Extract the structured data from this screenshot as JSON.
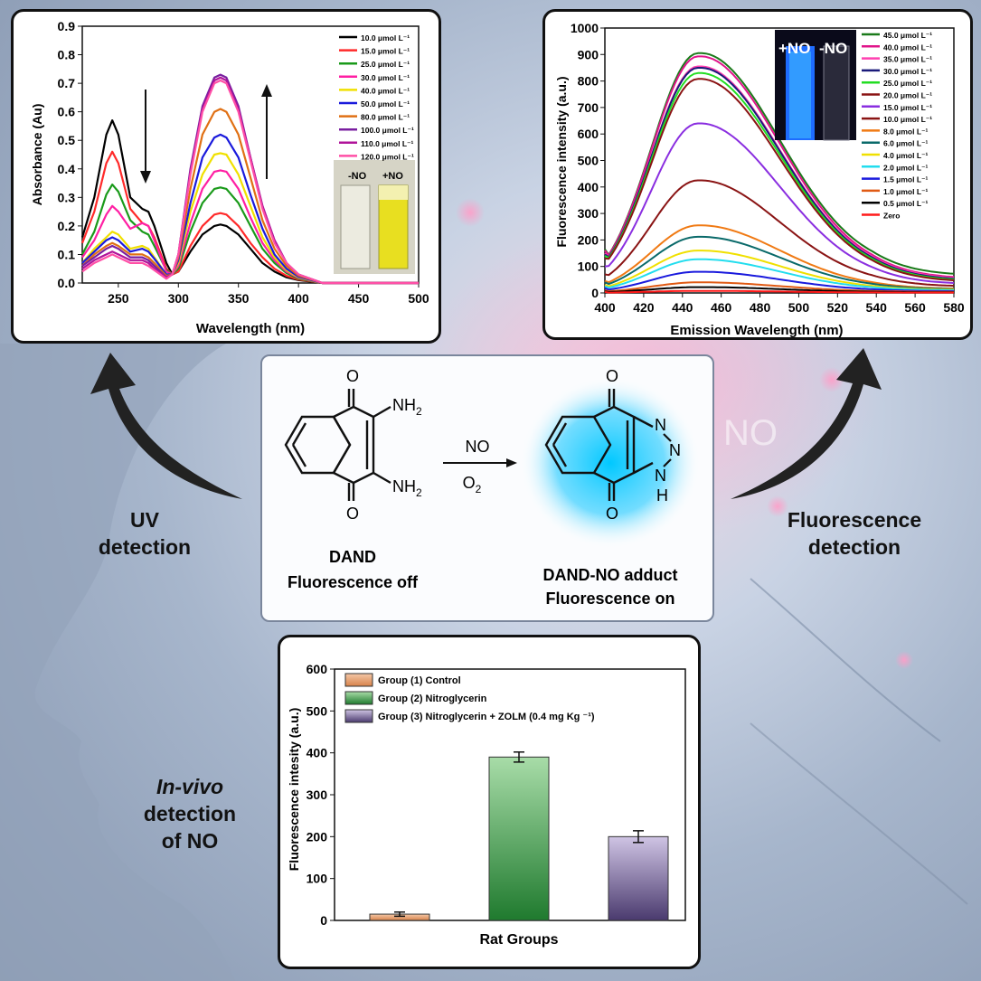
{
  "colors": {
    "uv_series": [
      "#000000",
      "#ff2a2a",
      "#1a9a1a",
      "#ff1fa3",
      "#f0e000",
      "#1a1adc",
      "#e07014",
      "#7a1fa0",
      "#b0149a",
      "#ff4fa6"
    ],
    "fl_series": [
      "#1a7a1a",
      "#e0148a",
      "#ff3fb0",
      "#1a1a7a",
      "#22dd22",
      "#8a1414",
      "#8a2ee0",
      "#8a1414",
      "#f07a14",
      "#0a6a6a",
      "#f0e000",
      "#22ddee",
      "#1a1add",
      "#e05a14",
      "#000000",
      "#ff1a1a"
    ],
    "bars": [
      "#e89a6a",
      "#4aa84a",
      "#8e7cb0"
    ]
  },
  "uv_chart": {
    "chart_data": {
      "type": "line",
      "xlabel": "Wavelength (nm)",
      "ylabel": "Absorbance (Au)",
      "xlim": [
        220,
        500
      ],
      "ylim": [
        0.0,
        0.9
      ],
      "x_ticks": [
        "250",
        "300",
        "350",
        "400",
        "450",
        "500"
      ],
      "y_ticks": [
        "0.0",
        "0.1",
        "0.2",
        "0.3",
        "0.4",
        "0.5",
        "0.6",
        "0.7",
        "0.8",
        "0.9"
      ],
      "x": [
        220,
        230,
        240,
        245,
        250,
        260,
        270,
        275,
        280,
        290,
        295,
        300,
        310,
        320,
        330,
        335,
        340,
        350,
        360,
        370,
        380,
        390,
        400,
        420,
        440,
        460,
        500
      ],
      "series": [
        {
          "name": "10.0 μmol L⁻¹",
          "values": [
            0.16,
            0.3,
            0.52,
            0.57,
            0.52,
            0.3,
            0.26,
            0.25,
            0.2,
            0.07,
            0.03,
            0.04,
            0.11,
            0.17,
            0.2,
            0.205,
            0.2,
            0.17,
            0.12,
            0.07,
            0.04,
            0.02,
            0.01,
            0.0,
            0.0,
            0.0,
            0.0
          ]
        },
        {
          "name": "15.0 μmol L⁻¹",
          "values": [
            0.14,
            0.25,
            0.42,
            0.46,
            0.42,
            0.26,
            0.21,
            0.2,
            0.16,
            0.05,
            0.03,
            0.04,
            0.13,
            0.2,
            0.24,
            0.245,
            0.24,
            0.2,
            0.14,
            0.09,
            0.05,
            0.025,
            0.012,
            0.0,
            0.0,
            0.0,
            0.0
          ]
        },
        {
          "name": "25.0 μmol L⁻¹",
          "values": [
            0.1,
            0.18,
            0.31,
            0.345,
            0.32,
            0.22,
            0.18,
            0.17,
            0.13,
            0.045,
            0.03,
            0.05,
            0.18,
            0.28,
            0.33,
            0.335,
            0.33,
            0.28,
            0.2,
            0.12,
            0.07,
            0.035,
            0.015,
            0.0,
            0.0,
            0.0,
            0.0
          ]
        },
        {
          "name": "30.0 μmol L⁻¹",
          "values": [
            0.09,
            0.15,
            0.24,
            0.27,
            0.25,
            0.19,
            0.21,
            0.2,
            0.15,
            0.04,
            0.03,
            0.06,
            0.21,
            0.33,
            0.39,
            0.395,
            0.39,
            0.33,
            0.23,
            0.14,
            0.08,
            0.04,
            0.018,
            0.0,
            0.0,
            0.0,
            0.0
          ]
        },
        {
          "name": "40.0 μmol L⁻¹",
          "values": [
            0.07,
            0.12,
            0.16,
            0.18,
            0.17,
            0.12,
            0.13,
            0.12,
            0.09,
            0.03,
            0.03,
            0.07,
            0.25,
            0.38,
            0.45,
            0.455,
            0.45,
            0.38,
            0.27,
            0.16,
            0.09,
            0.045,
            0.02,
            0.0,
            0.0,
            0.0,
            0.0
          ]
        },
        {
          "name": "50.0 μmol L⁻¹",
          "values": [
            0.07,
            0.11,
            0.15,
            0.16,
            0.15,
            0.11,
            0.12,
            0.11,
            0.085,
            0.03,
            0.03,
            0.08,
            0.28,
            0.44,
            0.51,
            0.52,
            0.51,
            0.44,
            0.31,
            0.19,
            0.1,
            0.05,
            0.022,
            0.0,
            0.0,
            0.0,
            0.0
          ]
        },
        {
          "name": "80.0 μmol L⁻¹",
          "values": [
            0.06,
            0.1,
            0.13,
            0.14,
            0.13,
            0.1,
            0.1,
            0.09,
            0.07,
            0.025,
            0.03,
            0.09,
            0.33,
            0.52,
            0.6,
            0.61,
            0.6,
            0.52,
            0.37,
            0.22,
            0.12,
            0.06,
            0.026,
            0.0,
            0.0,
            0.0,
            0.0
          ]
        },
        {
          "name": "100.0 μmol L⁻¹",
          "values": [
            0.06,
            0.09,
            0.12,
            0.13,
            0.12,
            0.09,
            0.09,
            0.08,
            0.06,
            0.02,
            0.03,
            0.1,
            0.4,
            0.62,
            0.72,
            0.73,
            0.72,
            0.62,
            0.44,
            0.27,
            0.15,
            0.07,
            0.03,
            0.0,
            0.0,
            0.0,
            0.0
          ]
        },
        {
          "name": "110.0 μmol L⁻¹",
          "values": [
            0.05,
            0.08,
            0.1,
            0.11,
            0.1,
            0.08,
            0.08,
            0.07,
            0.05,
            0.02,
            0.03,
            0.1,
            0.39,
            0.61,
            0.71,
            0.72,
            0.71,
            0.61,
            0.44,
            0.27,
            0.15,
            0.07,
            0.03,
            0.0,
            0.0,
            0.0,
            0.0
          ]
        },
        {
          "name": "120.0 μmol L⁻¹",
          "values": [
            0.04,
            0.07,
            0.09,
            0.1,
            0.09,
            0.07,
            0.07,
            0.06,
            0.045,
            0.015,
            0.03,
            0.1,
            0.38,
            0.6,
            0.7,
            0.71,
            0.7,
            0.6,
            0.43,
            0.26,
            0.14,
            0.07,
            0.03,
            0.0,
            0.0,
            0.0,
            0.0
          ]
        }
      ],
      "legend_placement": "top-right",
      "inset_labels": [
        "-NO",
        "+NO"
      ]
    }
  },
  "fl_chart": {
    "chart_data": {
      "type": "line",
      "xlabel": "Emission Wavelength (nm)",
      "ylabel": "Fluorescence intensity (a.u.)",
      "xlim": [
        400,
        580
      ],
      "ylim": [
        0,
        1000
      ],
      "x_ticks": [
        "400",
        "420",
        "440",
        "460",
        "480",
        "500",
        "520",
        "540",
        "560",
        "580"
      ],
      "y_ticks": [
        "0",
        "100",
        "200",
        "300",
        "400",
        "500",
        "600",
        "700",
        "800",
        "900",
        "1000"
      ],
      "peak_x": 448,
      "series": [
        {
          "name": "45.0 μmol L⁻¹",
          "peak": 905,
          "start": 165,
          "end": 110
        },
        {
          "name": "40.0 μmol L⁻¹",
          "peak": 893,
          "start": 160,
          "end": 90
        },
        {
          "name": "35.0 μmol L⁻¹",
          "peak": 855,
          "start": 150,
          "end": 85
        },
        {
          "name": "30.0 μmol L⁻¹",
          "peak": 850,
          "start": 145,
          "end": 80
        },
        {
          "name": "25.0 μmol L⁻¹",
          "peak": 830,
          "start": 140,
          "end": 75
        },
        {
          "name": "20.0 μmol L⁻¹",
          "peak": 808,
          "start": 130,
          "end": 70
        },
        {
          "name": "15.0 μmol L⁻¹",
          "peak": 640,
          "start": 100,
          "end": 55
        },
        {
          "name": "10.0 μmol L⁻¹",
          "peak": 425,
          "start": 70,
          "end": 40
        },
        {
          "name": "8.0 μmol L⁻¹",
          "peak": 255,
          "start": 45,
          "end": 25
        },
        {
          "name": "6.0 μmol L⁻¹",
          "peak": 212,
          "start": 40,
          "end": 22
        },
        {
          "name": "4.0 μmol L⁻¹",
          "peak": 160,
          "start": 30,
          "end": 18
        },
        {
          "name": "2.0 μmol L⁻¹",
          "peak": 127,
          "start": 25,
          "end": 15
        },
        {
          "name": "1.5 μmol L⁻¹",
          "peak": 80,
          "start": 18,
          "end": 10
        },
        {
          "name": "1.0 μmol L⁻¹",
          "peak": 40,
          "start": 10,
          "end": 6
        },
        {
          "name": "0.5 μmol L⁻¹",
          "peak": 22,
          "start": 6,
          "end": 4
        },
        {
          "name": "Zero",
          "peak": 8,
          "start": 4,
          "end": 2
        }
      ],
      "legend_placement": "right",
      "inset_labels": [
        "+NO",
        "-NO"
      ]
    }
  },
  "bar_chart": {
    "chart_data": {
      "type": "bar",
      "categories": [
        "Group (1) Control",
        "Group (2) Nitroglycerin",
        "Group (3) Nitroglycerin + ZOLM (0.4 mg Kg ⁻¹)"
      ],
      "values": [
        15,
        390,
        200
      ],
      "errors": [
        5,
        12,
        14
      ],
      "xlabel": "Rat Groups",
      "ylabel": "Fluorescence intesity (a.u.)",
      "ylim": [
        0,
        600
      ],
      "y_ticks": [
        "0",
        "100",
        "200",
        "300",
        "400",
        "500",
        "600"
      ],
      "legend_placement": "top-left"
    }
  },
  "reaction": {
    "reagent_top": "NO",
    "reagent_bottom": "O",
    "reagent_bottom_sub": "2",
    "atom_O": "O",
    "atom_N": "N",
    "atom_H": "H",
    "amine": "NH",
    "amine_sub": "2",
    "reactant_name": "DAND",
    "reactant_state": "Fluorescence off",
    "product_name": "DAND-NO adduct",
    "product_state": "Fluorescence on"
  },
  "labels": {
    "uv_line1": "UV",
    "uv_line2": "detection",
    "fl_line1": "Fluorescence",
    "fl_line2": "detection",
    "invivo_italic": "In-vivo",
    "invivo_line2": "detection",
    "invivo_line3": "of NO",
    "bg_no": "NO"
  }
}
